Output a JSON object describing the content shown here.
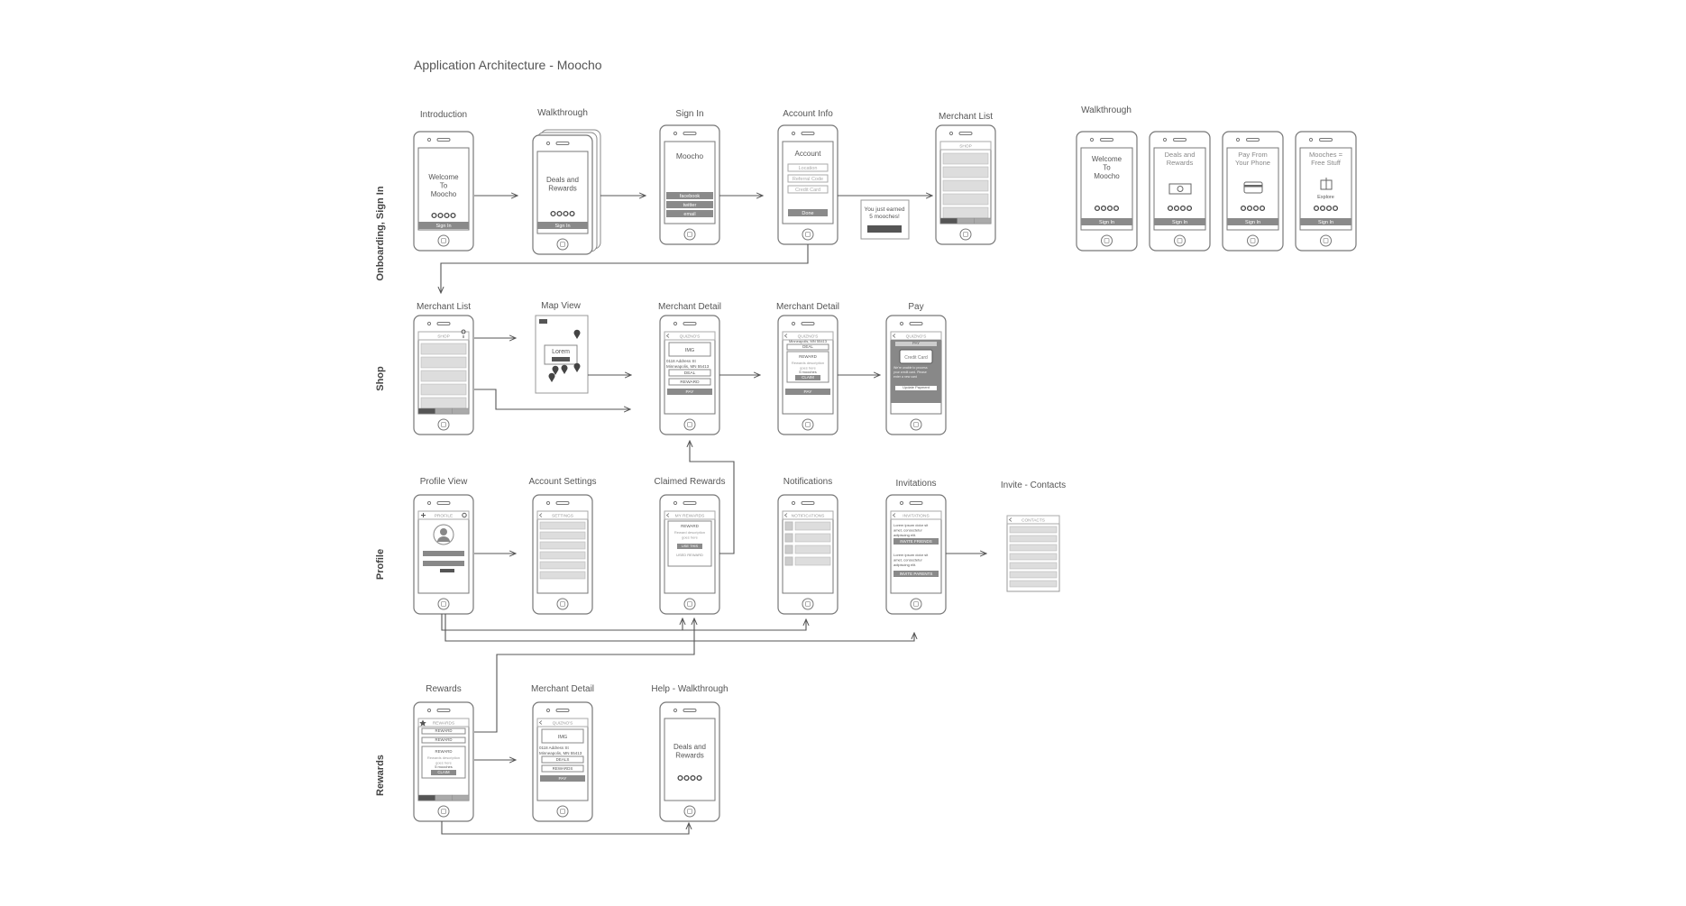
{
  "title": "Application Architecture - Moocho",
  "rows": {
    "onboarding": "Onboarding, Sign In",
    "shop": "Shop",
    "profile": "Profile",
    "rewards": "Rewards"
  },
  "screens": {
    "introduction": {
      "title": "Introduction",
      "content": [
        "Welcome",
        "To",
        "Moocho"
      ],
      "button": "Sign In"
    },
    "walkthrough": {
      "title": "Walkthrough",
      "content": [
        "Deals and",
        "Rewards"
      ],
      "button": "Sign In"
    },
    "signin": {
      "title": "Sign In",
      "content": [
        "Moocho"
      ],
      "buttons": [
        "facebook",
        "twitter",
        "email"
      ]
    },
    "account_info": {
      "title": "Account Info",
      "heading": "Account",
      "fields": [
        "Location",
        "Referral Code",
        "Credit Card"
      ],
      "button": "Done"
    },
    "earned_popup": {
      "lines": [
        "You just earned",
        "5 mooches!"
      ]
    },
    "merchant_list_1": {
      "title": "Merchant List",
      "header": "SHOP"
    },
    "walkthrough_set": {
      "title": "Walkthrough",
      "screens": [
        {
          "content": [
            "Welcome",
            "To",
            "Moocho"
          ],
          "button": "Sign In"
        },
        {
          "content": [
            "Deals and",
            "Rewards"
          ],
          "button": "Sign In"
        },
        {
          "content": [
            "Pay From",
            "Your Phone"
          ],
          "button": "Sign In"
        },
        {
          "content": [
            "Mooches =",
            "Free Stuff"
          ],
          "extra": "Explore",
          "button": "Sign In"
        }
      ]
    },
    "merchant_list_2": {
      "title": "Merchant List",
      "header": "SHOP"
    },
    "map_view": {
      "title": "Map View",
      "callout": "Lorem"
    },
    "merchant_detail_1": {
      "title": "Merchant Detail",
      "header": "QUIZNO'S",
      "img": "IMG",
      "address": [
        "0118 Address St",
        "Minneapolis, MN 55413"
      ],
      "deal": "DEAL",
      "reward": "REWARD",
      "pay": "PAY"
    },
    "merchant_detail_2": {
      "title": "Merchant Detail",
      "header": "QUIZNO'S",
      "top": "Minneapolis, MN 55413",
      "deal": "DEAL",
      "reward": "REWARD",
      "desc": [
        "Rewards description",
        "goes here"
      ],
      "count": "5 mooches",
      "claim": "CLAIM",
      "pay": "PAY"
    },
    "pay": {
      "title": "Pay",
      "header": "QUIZNO'S",
      "pay": "PAY",
      "card": "Credit Card",
      "info": [
        "We're unable to process",
        "your credit card. Please",
        "enter a new card"
      ],
      "button": "Update Payment"
    },
    "profile_view": {
      "title": "Profile View",
      "header": "PROFILE"
    },
    "account_settings": {
      "title": "Account Settings",
      "header": "SETTINGS"
    },
    "claimed_rewards": {
      "title": "Claimed Rewards",
      "header": "MY REWARDS",
      "reward": "REWARD",
      "desc": [
        "Reward description",
        "goes here"
      ],
      "use": "USE THIS",
      "used": "USED REWARD"
    },
    "notifications": {
      "title": "Notifications",
      "header": "NOTIFICATIONS"
    },
    "invitations": {
      "title": "Invitations",
      "header": "INVITATIONS",
      "text1": [
        "Lorem ipsum dolor sit",
        "amet, consectetur",
        "adipiscing elit."
      ],
      "btn1": "INVITE FRIENDS",
      "text2": [
        "Lorem ipsum dolor sit",
        "amet, consectetur",
        "adipiscing elit."
      ],
      "btn2": "INVITE PARENTS"
    },
    "invite_contacts": {
      "title": "Invite - Contacts",
      "header": "CONTACTS"
    },
    "rewards": {
      "title": "Rewards",
      "header": "REWARDS",
      "items": [
        "REWARD",
        "REWARD",
        "REWARD"
      ],
      "desc": [
        "Rewards description",
        "goes here"
      ],
      "count": "5 mooches",
      "claim": "CLAIM"
    },
    "merchant_detail_3": {
      "title": "Merchant Detail",
      "header": "QUIZNO'S",
      "img": "IMG",
      "address": [
        "0118 Address St",
        "Minneapolis, MN 55413"
      ],
      "deals": "DEALS",
      "rewards": "REWARDS",
      "pay": "PAY"
    },
    "help_walkthrough": {
      "title": "Help - Walkthrough",
      "content": [
        "Deals and",
        "Rewards"
      ]
    }
  }
}
